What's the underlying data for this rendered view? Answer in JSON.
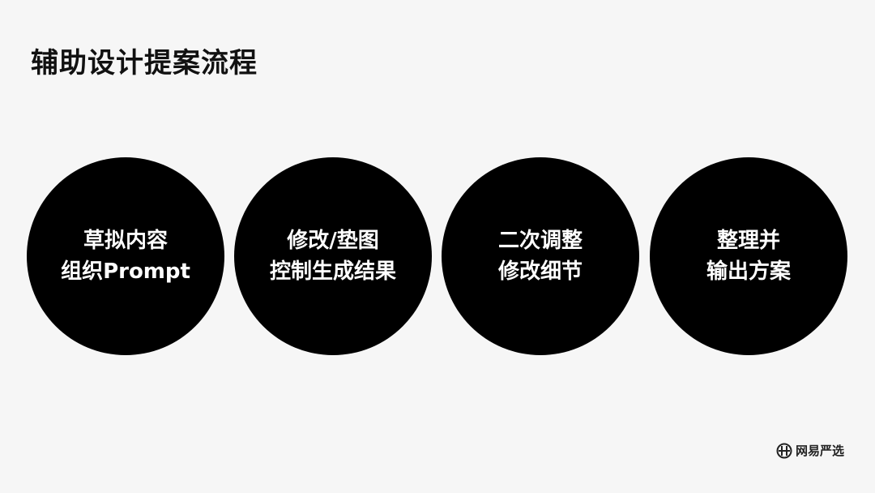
{
  "title": "辅助设计提案流程",
  "steps": [
    {
      "line1": "草拟内容",
      "line2": "组织Prompt"
    },
    {
      "line1": "修改/垫图",
      "line2": "控制生成结果"
    },
    {
      "line1": "二次调整",
      "line2": "修改细节"
    },
    {
      "line1": "整理并",
      "line2": "输出方案"
    }
  ],
  "brand": {
    "name": "网易严选",
    "icon": "netease-yanxuan-logo-icon"
  },
  "colors": {
    "background": "#f6f6f6",
    "circle": "#000000",
    "circle_text": "#ffffff",
    "title_text": "#111111"
  }
}
